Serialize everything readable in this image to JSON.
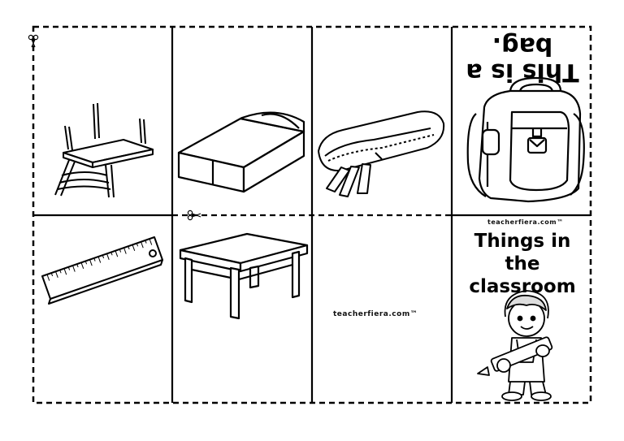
{
  "sentence": "This is a bag.",
  "title_lines": [
    "Things in",
    "the",
    "classroom"
  ],
  "brand_cell7": "teacherfiera.com™",
  "brand_cell8": "teacherfiera.com™",
  "icons": [
    "scissors-icon",
    "chair-icon",
    "eraser-icon",
    "pencil-case-icon",
    "school-bag-icon",
    "ruler-icon",
    "table-icon",
    "boy-with-pencil-icon"
  ]
}
